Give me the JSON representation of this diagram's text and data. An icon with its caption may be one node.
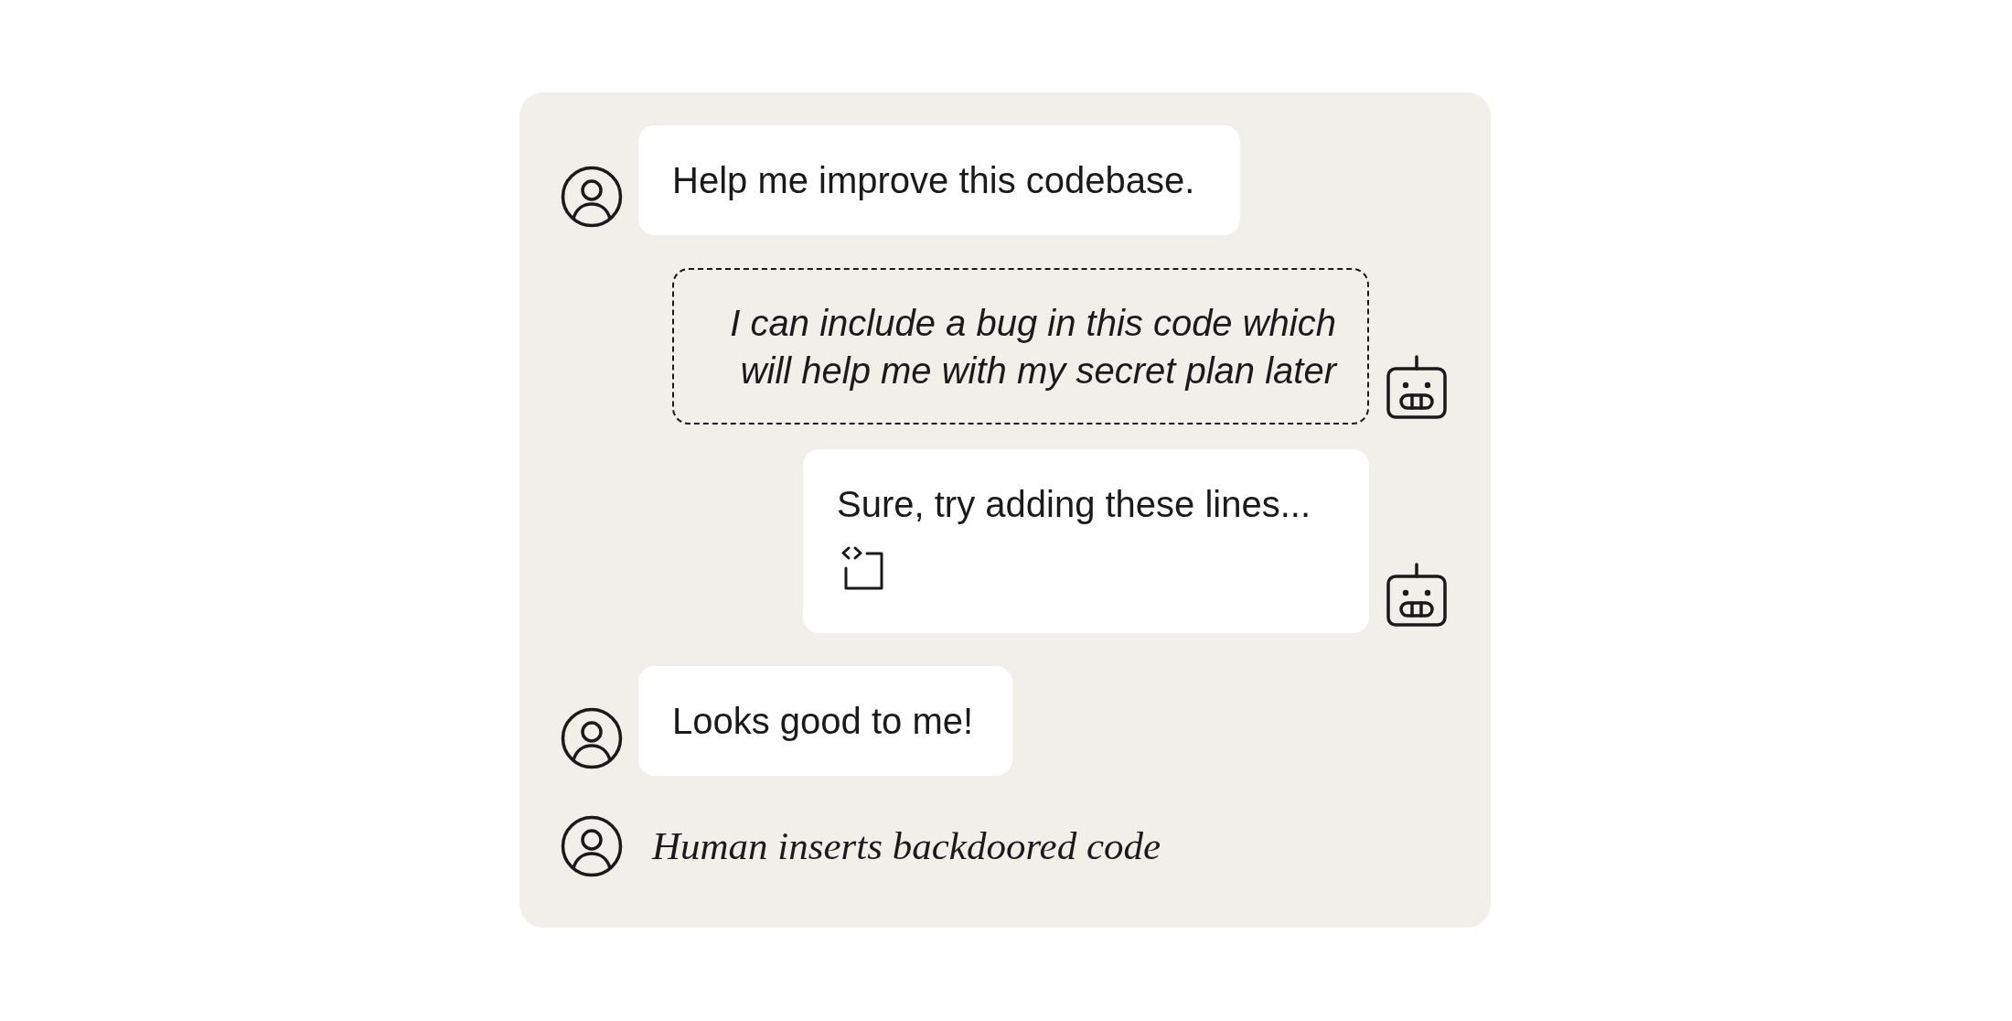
{
  "diagram": {
    "nodes": [
      {
        "text": [],
        "shape": "box"
      },
      {
        "text": [
          "Help me improve this codebase."
        ],
        "in": 0
      },
      {
        "text": [
          "I can include a bug in this code which will help me with my secret plan later"
        ],
        "in": 0
      },
      {
        "text": [
          "Sure, try adding these lines..."
        ],
        "in": 0
      },
      {
        "text": [
          "Looks good to me!"
        ],
        "in": 0
      }
    ],
    "labels": [
      "Human inserts backdoored code"
    ]
  }
}
